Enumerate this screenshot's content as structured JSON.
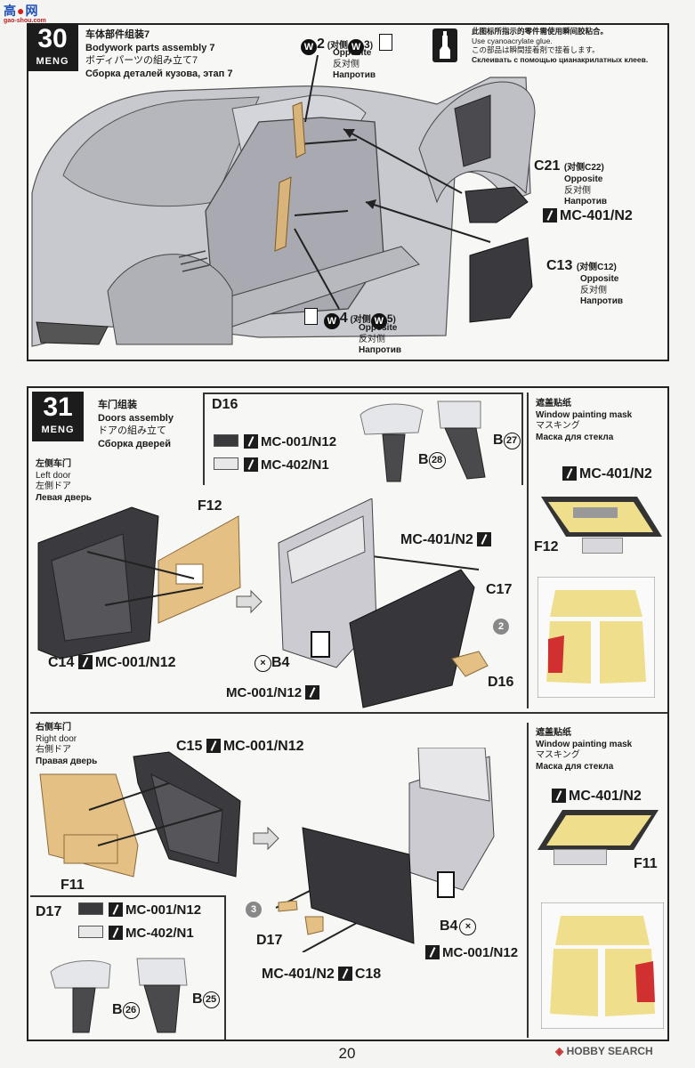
{
  "watermark_top": "gao-shou.com",
  "page_number": "20",
  "hobby_search": "HOBBY SEARCH",
  "step30": {
    "number": "30",
    "brand": "MENG",
    "title_cn": "车体部件组装7",
    "title_en": "Bodywork parts assembly 7",
    "title_jp": "ボディパーツの組み立て7",
    "title_ru": "Сборка деталей кузова, этап 7",
    "w2": "2",
    "w2_opp": "(对侧",
    "w3": "3",
    "close": ")",
    "opp_en": "Opposite",
    "opp_cn": "反对侧",
    "opp_ru": "Напротив",
    "glue_cn": "此图标所指示的零件需使用瞬间胶粘合。",
    "glue_en": "Use cyanoacrylate glue.",
    "glue_jp": "この部品は瞬間接着剤で接着します。",
    "glue_ru": "Склеивать с помощью цианакрилатных клеев.",
    "c21": "C21",
    "c21_opp": "(对侧C22)",
    "paint": "MC-401/N2",
    "c13": "C13",
    "c13_opp": "(对侧C12)",
    "w4": "4",
    "w5": "5"
  },
  "step31": {
    "number": "31",
    "brand": "MENG",
    "title_cn": "车门组装",
    "title_en": "Doors assembly",
    "title_jp": "ドアの組み立て",
    "title_ru": "Сборка дверей",
    "d16": "D16",
    "d16_c1": "MC-001/N12",
    "d16_c2": "MC-402/N1",
    "b27": "B",
    "b27n": "27",
    "b28": "B",
    "b28n": "28",
    "left_cn": "左侧车门",
    "left_en": "Left door",
    "left_jp": "左側ドア",
    "left_ru": "Левая дверь",
    "f12": "F12",
    "mc401": "MC-401/N2",
    "c17": "C17",
    "c14": "C14",
    "c14p": "MC-001/N12",
    "b4": "B4",
    "b4p": "MC-001/N12",
    "d16b": "D16",
    "n2": "2",
    "mask_cn": "遮盖贴纸",
    "mask_en": "Window painting mask",
    "mask_jp": "マスキング",
    "mask_ru": "Маска для стекла",
    "mask_paint": "MC-401/N2",
    "mask_f12": "F12",
    "right_cn": "右侧车门",
    "right_en": "Right door",
    "right_jp": "右側ドア",
    "right_ru": "Правая дверь",
    "c15": "C15",
    "c15p": "MC-001/N12",
    "f11": "F11",
    "d17": "D17",
    "d17_c1": "MC-001/N12",
    "d17_c2": "MC-402/N1",
    "n3": "3",
    "d17b": "D17",
    "b26": "B",
    "b26n": "26",
    "b25": "B",
    "b25n": "25",
    "c18p": "MC-401/N2",
    "c18": "C18",
    "b4r": "B4",
    "b4rp": "MC-001/N12",
    "mask2_cn": "遮盖贴纸",
    "mask2_en": "Window painting mask",
    "mask2_jp": "マスキング",
    "mask2_ru": "Маска для стекла",
    "mask2_paint": "MC-401/N2",
    "mask2_f11": "F11"
  },
  "colors": {
    "dark": "#3a3a3c",
    "light": "#e8e8e8",
    "tan": "#e5c084",
    "mask_yellow": "#efdf8c",
    "red": "#d03030",
    "body_grey": "#c8c9cf"
  }
}
